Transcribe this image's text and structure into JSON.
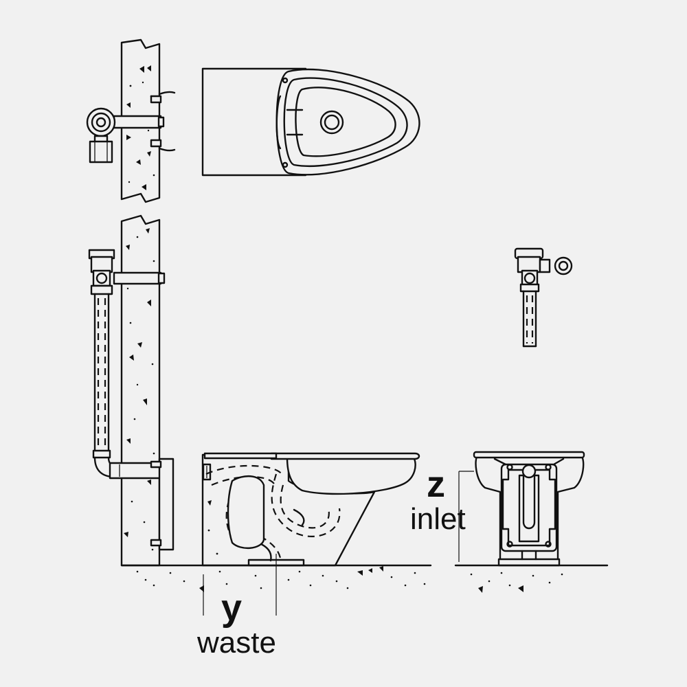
{
  "labels": {
    "waste_letter": "y",
    "waste_word": "waste",
    "inlet_letter": "z",
    "inlet_word": "inlet"
  }
}
